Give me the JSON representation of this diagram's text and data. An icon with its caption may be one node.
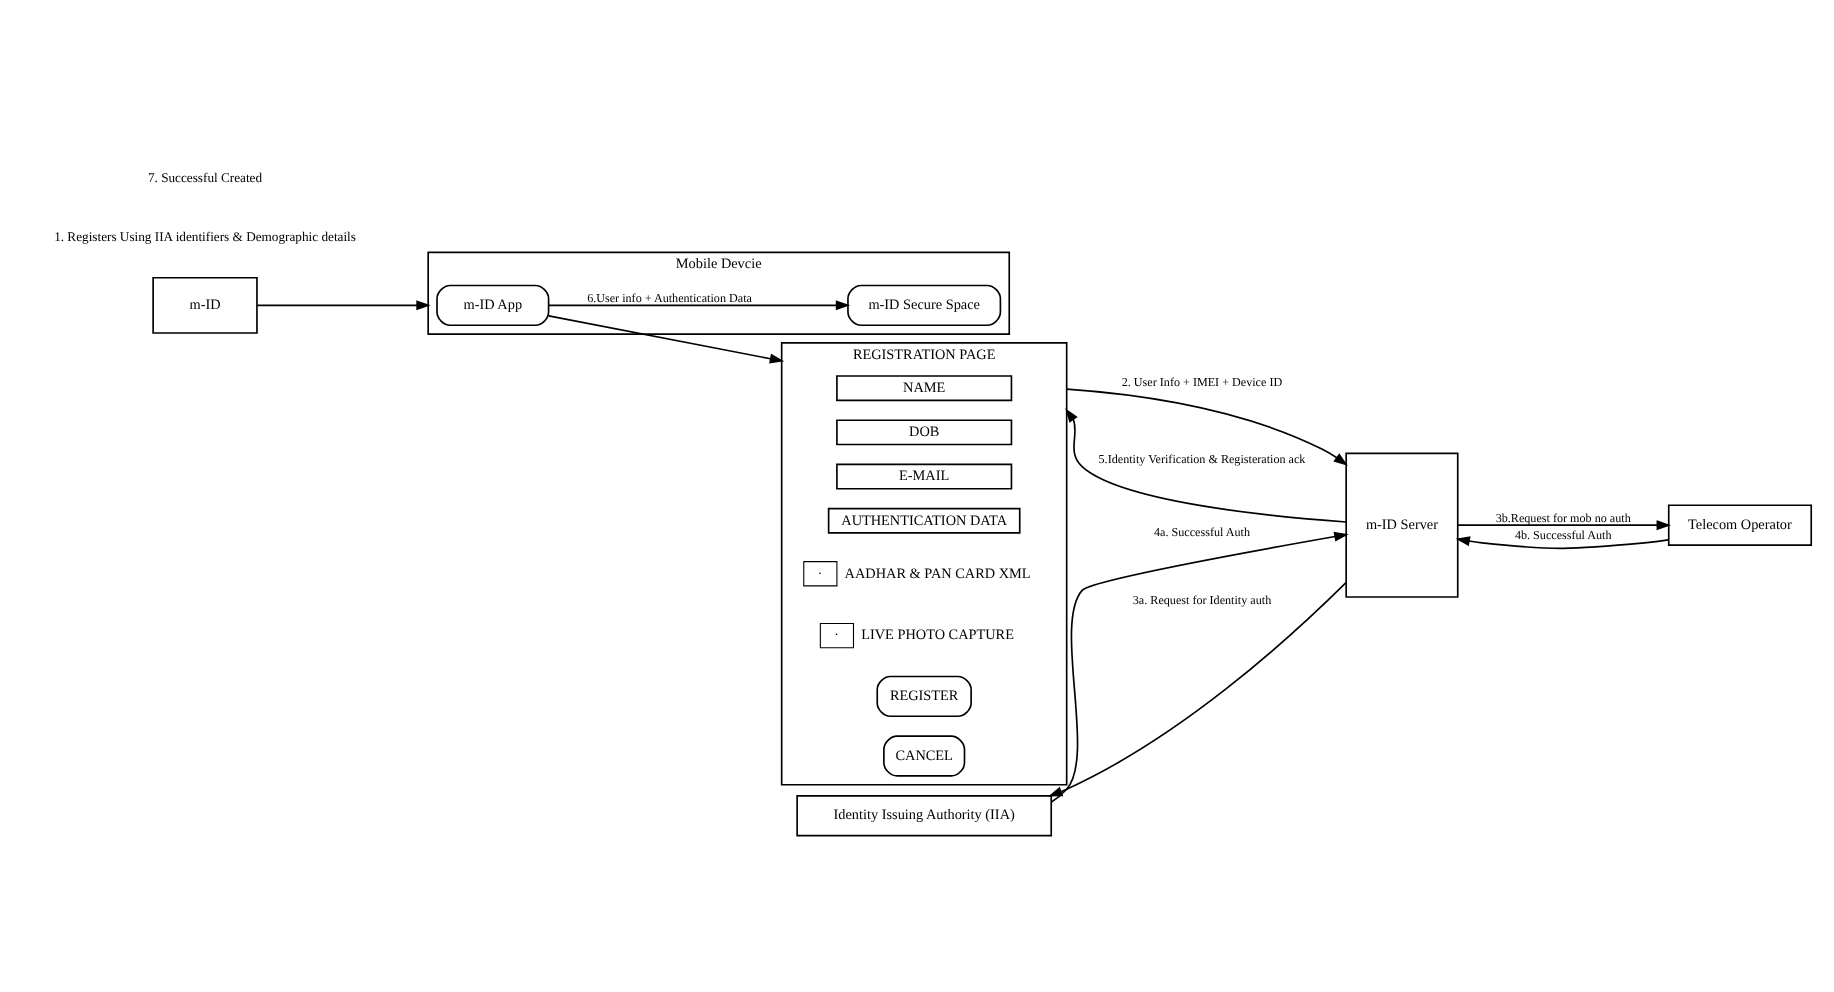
{
  "diagram": {
    "nodes": [
      {
        "text": [
          "m-ID"
        ]
      },
      {
        "text": [
          "Mobile Devcie"
        ]
      },
      {
        "text": [
          "m-ID App"
        ],
        "in": 1
      },
      {
        "text": [
          "m-ID Secure Space"
        ],
        "in": 1
      },
      {
        "text": [
          "REGISTRATION PAGE"
        ]
      },
      {
        "text": [
          "NAME"
        ],
        "in": 4
      },
      {
        "text": [
          "DOB"
        ],
        "in": 4
      },
      {
        "text": [
          "E-MAIL"
        ],
        "in": 4
      },
      {
        "text": [
          "AUTHENTICATION DATA"
        ],
        "in": 4
      },
      {
        "text": [
          "·"
        ],
        "beside": [
          "AADHAR & PAN CARD XML"
        ],
        "in": 4
      },
      {
        "text": [
          "·"
        ],
        "beside": [
          "LIVE PHOTO CAPTURE"
        ],
        "in": 4
      },
      {
        "text": [
          "REGISTER"
        ],
        "in": 4
      },
      {
        "text": [
          "CANCEL"
        ],
        "in": 4
      },
      {
        "text": [
          "Identity Issuing Authority (IIA)"
        ]
      },
      {
        "text": [
          "m-ID Server"
        ]
      },
      {
        "text": [
          "Telecom Operator"
        ]
      }
    ],
    "edges": [
      {
        "from": 0,
        "to": 1,
        "arrow": "to"
      },
      {
        "from": 2,
        "to": 4,
        "arrow": "to"
      },
      {
        "from": 2,
        "to": 3,
        "arrow": "to",
        "label": "6.User info + Authentication Data"
      },
      {
        "from": 4,
        "to": 14,
        "arrow": "to",
        "label": "2. User Info + IMEI + Device ID"
      },
      {
        "from": 14,
        "to": 4,
        "arrow": "to",
        "label": "5.Identity Verification & Registeration ack"
      },
      {
        "from": 14,
        "to": 13,
        "arrow": "to",
        "label": "3a. Request for Identity auth"
      },
      {
        "from": 13,
        "to": 14,
        "arrow": "to",
        "label": "4a. Successful Auth"
      },
      {
        "from": 14,
        "to": 15,
        "arrow": "to",
        "label": "3b.Request for mob no auth"
      },
      {
        "from": 15,
        "to": 14,
        "arrow": "to",
        "label": "4b. Successful Auth"
      }
    ],
    "labels": [
      "1. Registers Using IIA identifiers & Demographic details",
      "7. Successful Created"
    ]
  }
}
